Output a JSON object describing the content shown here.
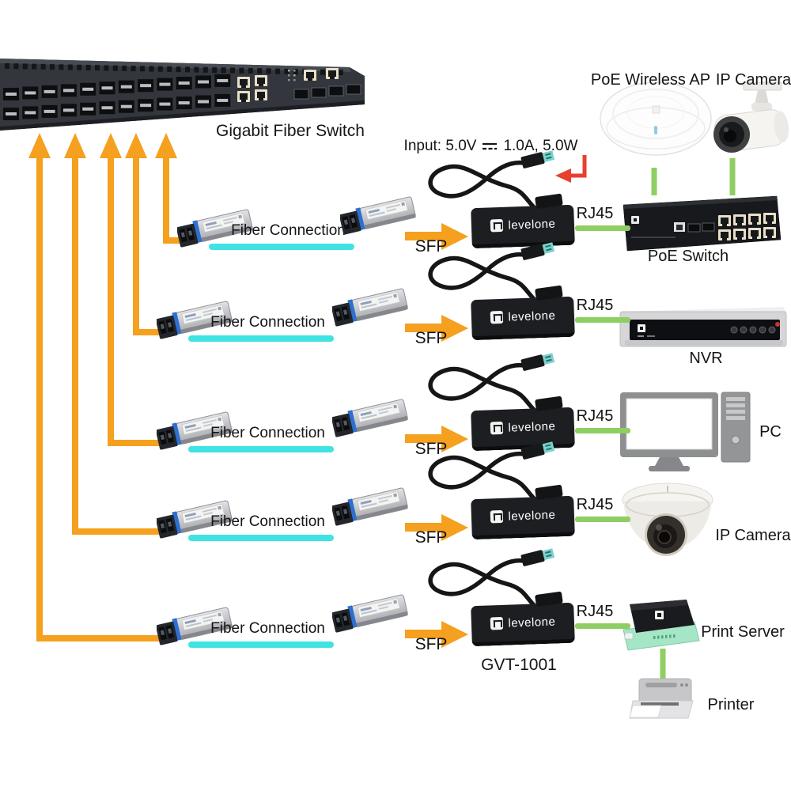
{
  "diagram": {
    "switch_label": "Gigabit Fiber Switch",
    "power_input": {
      "prefix": "Input: 5.0V",
      "suffix": "1.0A, 5.0W"
    },
    "top_devices": {
      "wireless_ap": "PoE Wireless AP",
      "ip_camera": "IP Camera"
    },
    "brand": "levelone",
    "converter_model": "GVT-1001",
    "rows": [
      {
        "fiber": "Fiber Connection",
        "sfp": "SFP",
        "rj45": "RJ45",
        "device": "PoE Switch"
      },
      {
        "fiber": "Fiber Connection",
        "sfp": "SFP",
        "rj45": "RJ45",
        "device": "NVR"
      },
      {
        "fiber": "Fiber Connection",
        "sfp": "SFP",
        "rj45": "RJ45",
        "device": "PC"
      },
      {
        "fiber": "Fiber Connection",
        "sfp": "SFP",
        "rj45": "RJ45",
        "device": "IP Camera"
      },
      {
        "fiber": "Fiber Connection",
        "sfp": "SFP",
        "rj45": "RJ45",
        "device": "Print Server",
        "secondary_device": "Printer"
      }
    ],
    "colors": {
      "fiber_line": "#3fe3e3",
      "uplink_line": "#f5a01e",
      "ethernet_line": "#8fce63",
      "alert_arrow": "#e8402e"
    }
  }
}
